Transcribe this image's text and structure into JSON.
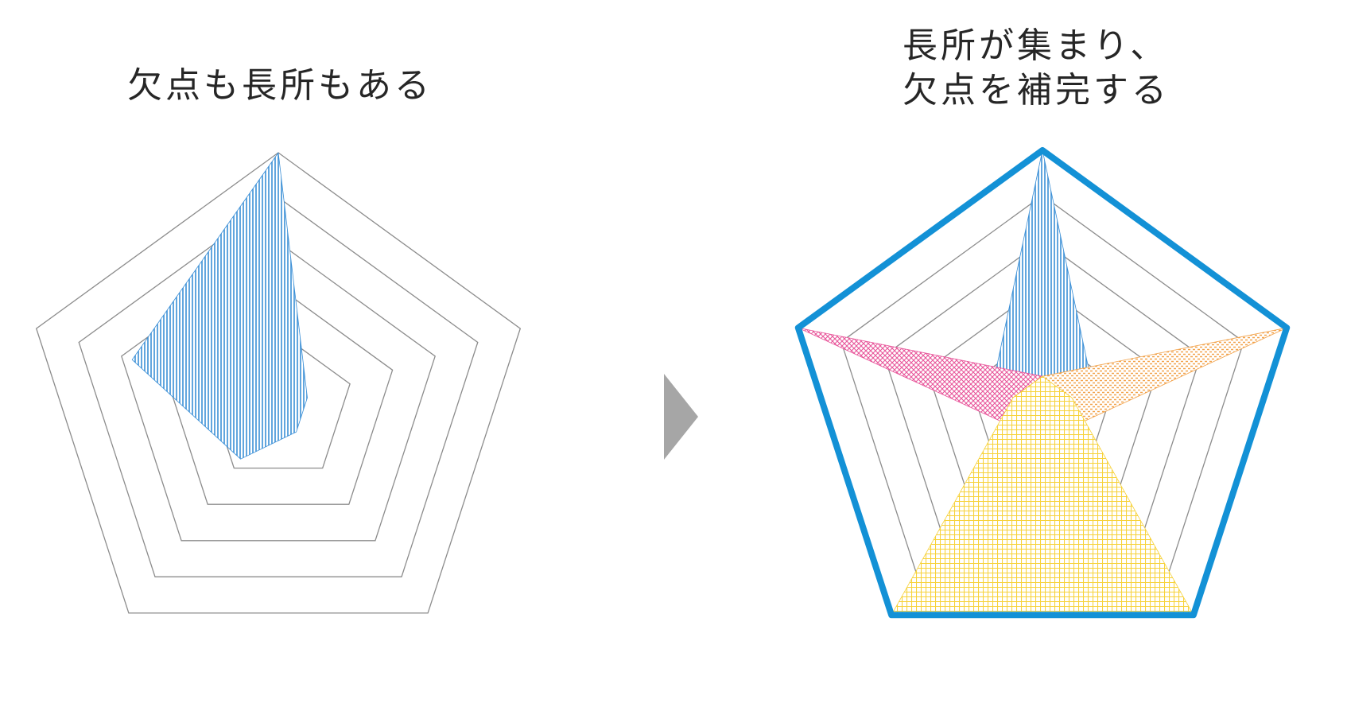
{
  "left_panel": {
    "caption": "欠点も長所もある",
    "profile": [
      1.0,
      0.0,
      0.0,
      0.15,
      0.55
    ],
    "color": "#3b8fd6"
  },
  "right_panel": {
    "caption_lines": [
      "長所が集まり、",
      "欠点を補完する"
    ],
    "outline_color": "#1391d6",
    "profiles": [
      {
        "values": [
          1.0,
          0.1,
          0.0,
          0.0,
          0.1
        ],
        "color": "#3b8fd6",
        "pattern": "vertical-lines"
      },
      {
        "values": [
          0.0,
          0.1,
          0.0,
          0.0,
          1.0
        ],
        "color": "#e8559a",
        "pattern": "crosshatch"
      },
      {
        "values": [
          0.0,
          1.0,
          0.0,
          0.0,
          0.0
        ],
        "color": "#f2a24a",
        "pattern": "dots"
      },
      {
        "values": [
          0.0,
          0.0,
          1.0,
          1.0,
          0.0
        ],
        "color": "#f7d23a",
        "pattern": "grid"
      }
    ]
  },
  "arrow_color": "#a6a6a6",
  "grid_color": "#8c8c8c",
  "grid_levels": 5
}
